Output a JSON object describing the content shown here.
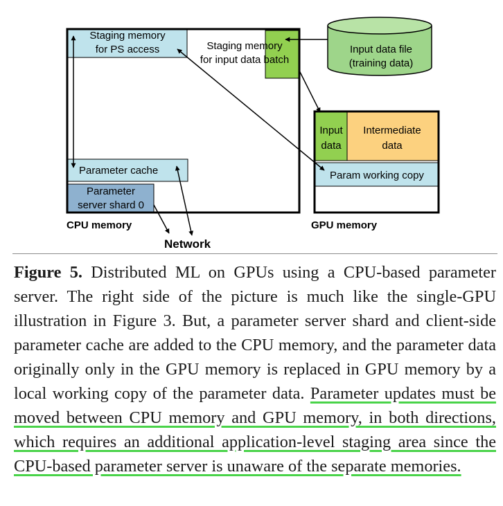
{
  "diagram": {
    "cpu_memory": {
      "label": "CPU memory",
      "staging_ps": [
        "Staging memory",
        "for PS access"
      ],
      "staging_input": [
        "Staging memory",
        "for input data batch"
      ],
      "param_cache": "Parameter cache",
      "ps_shard": [
        "Parameter",
        "server shard 0"
      ]
    },
    "input_file": [
      "Input data file",
      "(training data)"
    ],
    "gpu_memory": {
      "label": "GPU memory",
      "input_data": [
        "Input",
        "data"
      ],
      "intermediate": [
        "Intermediate",
        "data"
      ],
      "param_working": "Param working copy"
    },
    "network": "Network",
    "colors": {
      "light_blue": "#bfe3ec",
      "green": "#92d050",
      "orange": "#fcd17f",
      "steel_blue": "#8eb1cf",
      "cylinder": "#9ed58a"
    }
  },
  "caption": {
    "label": "Figure 5.",
    "text": " Distributed ML on GPUs using a CPU-based parameter server. The right side of the picture is much like the single-GPU illustration in Figure 3. But, a parameter server shard and client-side parameter cache are added to the CPU memory, and the parameter data originally only in the GPU memory is replaced in GPU memory by a local working copy of the parameter data. ",
    "highlight": "Parameter updates must be moved between CPU memory and GPU memory, in both directions, which requires an additional application-level staging area since the CPU-based parameter server is unaware of the separate memories."
  }
}
